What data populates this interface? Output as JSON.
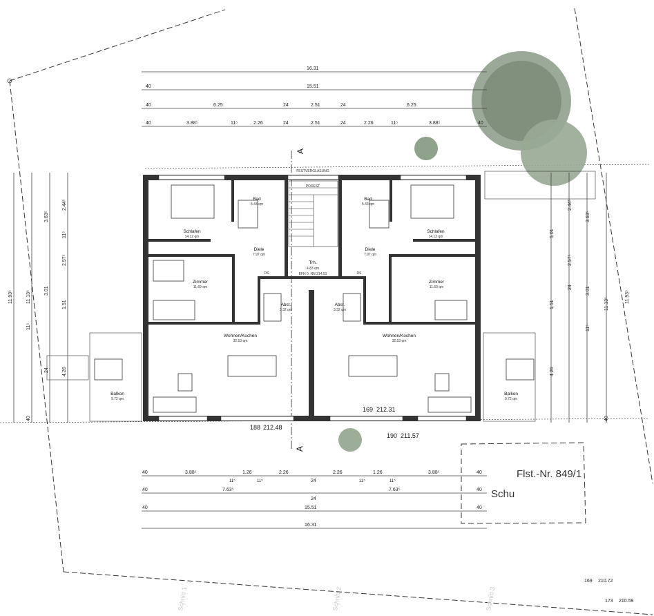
{
  "dims": {
    "top": {
      "overall": "16.31",
      "row2": [
        "40",
        "15.51"
      ],
      "row3": [
        "40",
        "6.25",
        "24",
        "2.51",
        "24",
        "6.25"
      ],
      "row4": [
        "40",
        "3.88⁵",
        "11⁵",
        "2.26",
        "24",
        "2.51",
        "24",
        "2.26",
        "11⁵",
        "3.88⁵",
        "40"
      ]
    },
    "bottom": {
      "row1": [
        "40",
        "3.88⁵",
        "11⁵",
        "1.26",
        "11⁵",
        "2.26",
        "24",
        "2.26",
        "11⁵",
        "1.26",
        "11⁵",
        "3.88⁵",
        "40"
      ],
      "row2": [
        "40",
        "7.63⁵",
        "24",
        "7.63⁵",
        "40"
      ],
      "row3": [
        "40",
        "15.51",
        "40"
      ],
      "overall": "16.31"
    },
    "left": [
      "11.93⁵",
      "11.13⁵",
      "3.63⁵",
      "2.44⁵",
      "11⁵",
      "2.57⁵",
      "3.01",
      "1.51",
      "4.26",
      "24",
      "11⁵",
      "40"
    ],
    "right": [
      "11.93⁵",
      "11.13⁵",
      "3.63⁵",
      "2.44⁵",
      "5.01",
      "2.57⁵",
      "3.01",
      "1.51",
      "4.26",
      "24",
      "11⁵",
      "40"
    ]
  },
  "rooms": [
    {
      "name": "Bad",
      "area": "5.43 qm"
    },
    {
      "name": "Schlafen",
      "area": "14.12 qm"
    },
    {
      "name": "Diele",
      "area": "7.97 qm"
    },
    {
      "name": "Zimmer",
      "area": "11.69 qm"
    },
    {
      "name": "Abst.",
      "area": "3.32 qm"
    },
    {
      "name": "Wohnen/Kochen",
      "area": "32.53 qm"
    },
    {
      "name": "Balkon",
      "area": "9.72 qm"
    },
    {
      "name": "Bad",
      "area": "5.43 qm"
    },
    {
      "name": "Schlafen",
      "area": "14.12 qm"
    },
    {
      "name": "Diele",
      "area": "7.97 qm"
    },
    {
      "name": "Zimmer",
      "area": "11.69 qm"
    },
    {
      "name": "Abst.",
      "area": "3.32 qm"
    },
    {
      "name": "Wohnen/Kochen",
      "area": "32.53 qm"
    },
    {
      "name": "Balkon",
      "area": "9.72 qm"
    }
  ],
  "stair": {
    "name": "Trh.",
    "area": "4.83 qm",
    "level": "EFH 0. NN 214.51",
    "podest": "PODEST",
    "glass": "FESTVERGLASUNG"
  },
  "ds_labels": [
    "DS",
    "DS"
  ],
  "section_labels": [
    "A",
    "A"
  ],
  "elevations": [
    {
      "id": "188",
      "value": "212.48"
    },
    {
      "id": "169",
      "value": "212.31"
    },
    {
      "id": "190",
      "value": "211.57"
    },
    {
      "id": "169",
      "value": "210.72"
    },
    {
      "id": "173",
      "value": "210.59"
    }
  ],
  "parcel": {
    "label": "Flst.-Nr. 849/1",
    "sub": "Schu"
  },
  "schnitt": [
    "Schnitt 1",
    "Schnitt 2",
    "Schnitt 3"
  ]
}
